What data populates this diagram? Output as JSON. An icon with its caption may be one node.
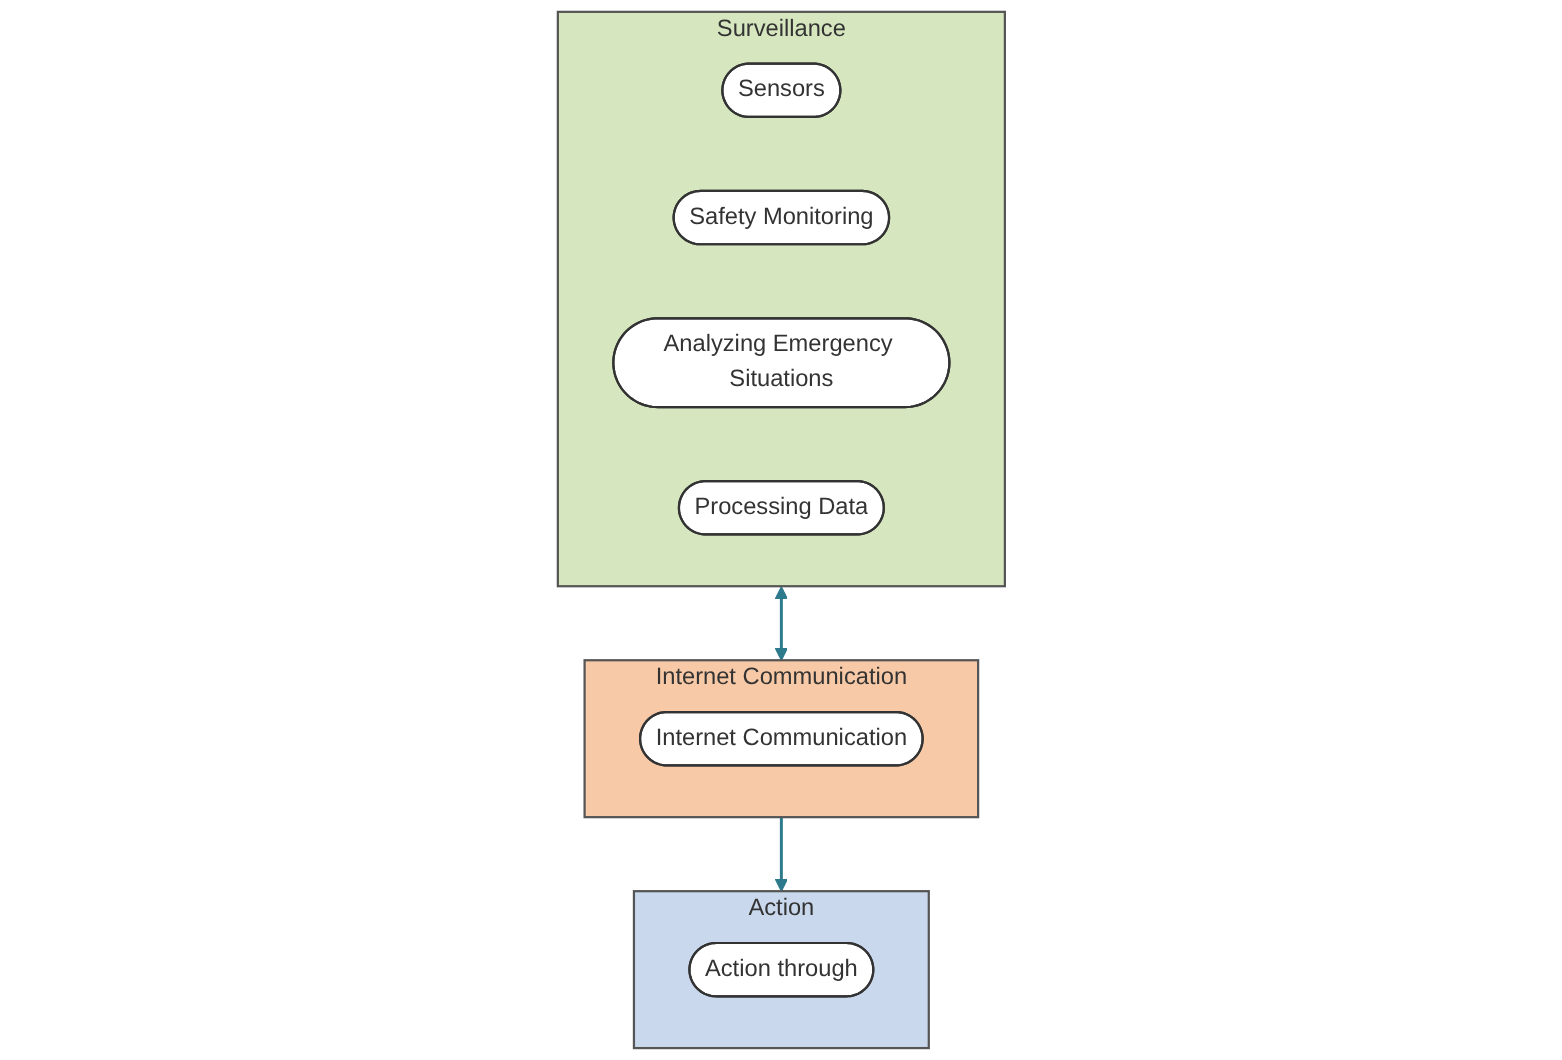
{
  "diagram": {
    "nodes": [
      {
        "text": [
          "Surveillance"
        ]
      },
      {
        "text": [
          "Sensors"
        ],
        "in": 0
      },
      {
        "text": [
          "Safety Monitoring"
        ],
        "in": 0
      },
      {
        "text": [
          "Analyzing Emergency Situations"
        ],
        "in": 0
      },
      {
        "text": [
          "Processing Data"
        ],
        "in": 0
      },
      {
        "text": [
          "Internet Communication"
        ]
      },
      {
        "text": [
          "Internet Communication"
        ],
        "in": 5
      },
      {
        "text": [
          "Action"
        ]
      },
      {
        "text": [
          "Action through"
        ],
        "in": 7
      }
    ],
    "edges": [
      {
        "from": 0,
        "to": 5,
        "arrow": "both"
      },
      {
        "from": 5,
        "to": 7,
        "arrow": "to"
      }
    ]
  }
}
